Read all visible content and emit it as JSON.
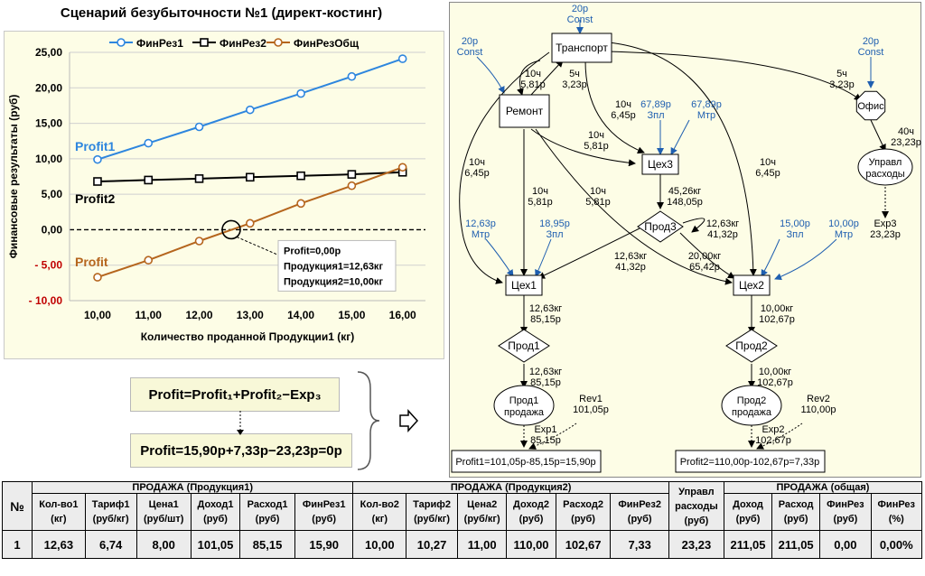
{
  "chart_data": {
    "type": "line",
    "title": "Сценарий безубыточности №1 (директ-костинг)",
    "xlabel": "Количество проданной Продукции1 (кг)",
    "ylabel": "Финансовые результаты (руб)",
    "x": [
      10,
      11,
      12,
      13,
      14,
      15,
      16
    ],
    "xticks": [
      "10,00",
      "11,00",
      "12,00",
      "13,00",
      "14,00",
      "15,00",
      "16,00"
    ],
    "ylim": [
      -10,
      25
    ],
    "yticks": [
      "25,00",
      "20,00",
      "15,00",
      "10,00",
      "5,00",
      "0,00",
      "- 5,00",
      "- 10,00"
    ],
    "legend_position": "top",
    "series": [
      {
        "name": "ФинРез1",
        "label": "Profit1",
        "color": "#2e86de",
        "values": [
          9.9,
          12.2,
          14.5,
          16.9,
          19.2,
          21.6,
          24.1
        ]
      },
      {
        "name": "ФинРез2",
        "label": "Profit2",
        "color": "#000000",
        "values": [
          6.8,
          7.0,
          7.2,
          7.4,
          7.6,
          7.8,
          8.1
        ]
      },
      {
        "name": "ФинРезОбщ",
        "label": "Profit",
        "color": "#b5651d",
        "values": [
          -6.7,
          -4.3,
          -1.6,
          0.9,
          3.7,
          6.2,
          8.8
        ]
      }
    ],
    "annotation": [
      "Profit=0,00р",
      "Продукция1=12,63кг",
      "Продукция2=10,00кг"
    ]
  },
  "formula": {
    "line1": "Profit=Profit₁+Profit₂−Exp₃",
    "line2": "Profit=15,90р+7,33р−23,23р=0р"
  },
  "diagram": {
    "nodes": {
      "transport": "Транспорт",
      "remont": "Ремонт",
      "office": "Офис",
      "ceh3": "Цех3",
      "prod3": "Прод3",
      "ceh1": "Цех1",
      "ceh2": "Цех2",
      "prod1": "Прод1",
      "prod2": "Прод2",
      "prod1_sale": [
        "Прод1",
        "продажа"
      ],
      "prod2_sale": [
        "Прод2",
        "продажа"
      ],
      "upravl": [
        "Управл",
        "расходы"
      ],
      "profit1": "Profit1=101,05р-85,15р=15,90р",
      "profit2": "Profit2=110,00р-102,67р=7,33р"
    },
    "labels": {
      "transport_const": [
        "20р",
        "Const"
      ],
      "remont_const": [
        "20р",
        "Const"
      ],
      "office_const": [
        "20р",
        "Const"
      ],
      "tr_rem": [
        "10ч",
        "5,81р"
      ],
      "rem_tr": [
        "5ч",
        "3,23р"
      ],
      "tr_off": [
        "5ч",
        "3,23р"
      ],
      "tr_ceh3": [
        "10ч",
        "6,45р"
      ],
      "rem_ceh3": [
        "10ч",
        "5,81р"
      ],
      "ceh3_zpl": [
        "67,89р",
        "Зпл"
      ],
      "ceh3_mtr": [
        "67,89р",
        "Мтр"
      ],
      "tr_ceh1": [
        "10ч",
        "6,45р"
      ],
      "rem_ceh1": [
        "10ч",
        "5,81р"
      ],
      "rem_ceh2": [
        "10ч",
        "5,81р"
      ],
      "tr_ceh2": [
        "10ч",
        "6,45р"
      ],
      "ceh3_prod3": [
        "45,26кг",
        "148,05р"
      ],
      "prod3_loop": [
        "12,63кг",
        "41,32р"
      ],
      "prod3_ceh1": [
        "12,63кг",
        "41,32р"
      ],
      "prod3_ceh2": [
        "20,00кг",
        "65,42р"
      ],
      "ceh1_mtr": [
        "12,63р",
        "Мтр"
      ],
      "ceh1_zpl": [
        "18,95р",
        "Зпл"
      ],
      "ceh2_zpl": [
        "15,00р",
        "Зпл"
      ],
      "ceh2_mtr": [
        "10,00р",
        "Мтр"
      ],
      "off_upr": [
        "40ч",
        "23,23р"
      ],
      "exp3": [
        "Exp3",
        "23,23р"
      ],
      "ceh1_prod1": [
        "12,63кг",
        "85,15р"
      ],
      "prod1_sale": [
        "12,63кг",
        "85,15р"
      ],
      "rev1": [
        "Rev1",
        "101,05р"
      ],
      "exp1": [
        "Exp1",
        "85,15р"
      ],
      "ceh2_prod2": [
        "10,00кг",
        "102,67р"
      ],
      "prod2_sale": [
        "10,00кг",
        "102,67р"
      ],
      "rev2": [
        "Rev2",
        "110,00р"
      ],
      "exp2": [
        "Exp2",
        "102,67р"
      ]
    }
  },
  "table": {
    "no_header": "№",
    "group1": "ПРОДАЖА (Продукция1)",
    "group2": "ПРОДАЖА (Продукция2)",
    "group3": "ПРОДАЖА (общая)",
    "upravl_header": [
      "Управл",
      "расходы",
      "(руб)"
    ],
    "columns1": [
      [
        "Кол-во1",
        "(кг)"
      ],
      [
        "Тариф1",
        "(руб/кг)"
      ],
      [
        "Цена1",
        "(руб/шт)"
      ],
      [
        "Доход1",
        "(руб)"
      ],
      [
        "Расход1",
        "(руб)"
      ],
      [
        "ФинРез1",
        "(руб)"
      ]
    ],
    "columns2": [
      [
        "Кол-во2",
        "(кг)"
      ],
      [
        "Тариф2",
        "(руб/кг)"
      ],
      [
        "Цена2",
        "(руб/кг)"
      ],
      [
        "Доход2",
        "(руб)"
      ],
      [
        "Расход2",
        "(руб)"
      ],
      [
        "ФинРез2",
        "(руб)"
      ]
    ],
    "columns3": [
      [
        "Доход",
        "(руб)"
      ],
      [
        "Расход",
        "(руб)"
      ],
      [
        "ФинРез",
        "(руб)"
      ],
      [
        "ФинРез",
        "(%)"
      ]
    ],
    "row": {
      "no": "1",
      "values1": [
        "12,63",
        "6,74",
        "8,00",
        "101,05",
        "85,15",
        "15,90"
      ],
      "values2": [
        "10,00",
        "10,27",
        "11,00",
        "110,00",
        "102,67",
        "7,33"
      ],
      "upravl": "23,23",
      "values3": [
        "211,05",
        "211,05",
        "0,00",
        "0,00%"
      ]
    }
  }
}
